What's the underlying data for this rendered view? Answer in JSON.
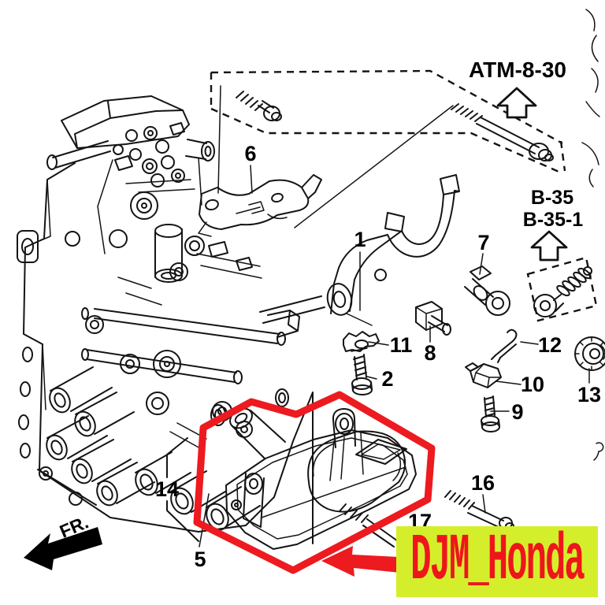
{
  "diagram": {
    "references": {
      "atm": "ATM-8-30",
      "b35": "B-35",
      "b35_1": "B-35-1"
    },
    "direction": "FR.",
    "watermark": "DJM_Honda",
    "parts": {
      "n1": "1",
      "n2": "2",
      "n5": "5",
      "n6": "6",
      "n7": "7",
      "n8": "8",
      "n9": "9",
      "n10": "10",
      "n11": "11",
      "n12": "12",
      "n13": "13",
      "n14": "14",
      "n16": "16",
      "n17": "17"
    },
    "colors": {
      "line": "#141414",
      "highlight": "#ed1a1f",
      "watermark_bg": "#d5ee2c",
      "watermark_fg": "#ee161b"
    }
  }
}
